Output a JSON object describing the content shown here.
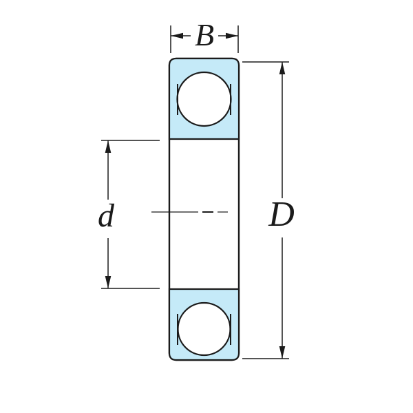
{
  "diagram": {
    "labels": {
      "width": "B",
      "bore_diameter": "d",
      "outer_diameter": "D"
    },
    "colors": {
      "race_fill": "#c5eaf8",
      "line": "#1b1b1b",
      "background": "#ffffff"
    }
  }
}
